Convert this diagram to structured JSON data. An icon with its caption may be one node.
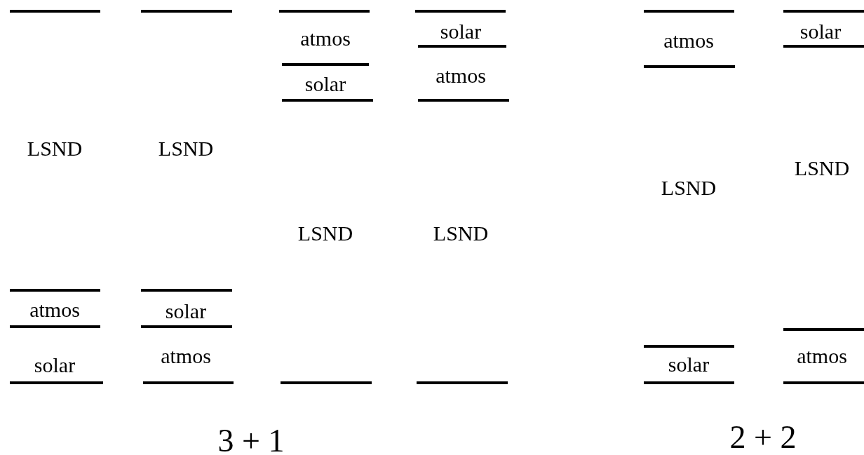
{
  "diagram": {
    "labels": [
      "LSND",
      "atmos",
      "solar",
      "LSND",
      "solar",
      "atmos",
      "atmos",
      "solar",
      "LSND",
      "solar",
      "atmos",
      "LSND",
      "atmos",
      "LSND",
      "solar",
      "solar",
      "LSND",
      "atmos",
      "3 + 1",
      "2 + 2"
    ]
  }
}
